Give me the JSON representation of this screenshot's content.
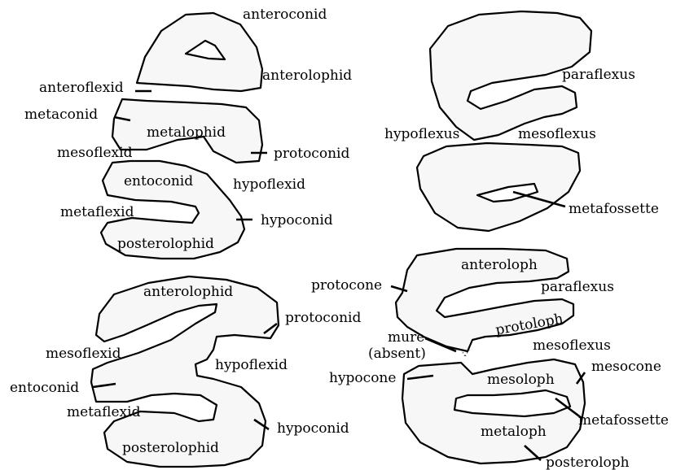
{
  "labels": {
    "anteroconid": "anteroconid",
    "anterolophid_top": "anterolophid",
    "anteroflexid": "anteroflexid",
    "metaconid": "metaconid",
    "metalophid": "metalophid",
    "mesoflexid_top": "mesoflexid",
    "protoconid_top": "protoconid",
    "entoconid_top": "entoconid",
    "hypoflexid_top": "hypoflexid",
    "metaflexid_top": "metaflexid",
    "hypoconid_top": "hypoconid",
    "posterolophid_top": "posterolophid",
    "anterolophid_bottom": "anterolophid",
    "protoconid_bottom": "protoconid",
    "mesoflexid_bottom": "mesoflexid",
    "hypoflexid_bottom": "hypoflexid",
    "entoconid_bottom": "entoconid",
    "metaflexid_bottom": "metaflexid",
    "hypoconid_bottom": "hypoconid",
    "posterolophid_bottom": "posterolophid",
    "paraflexus_top": "paraflexus",
    "hypoflexus": "hypoflexus",
    "mesoflexus_top": "mesoflexus",
    "metafossette_top": "metafossette",
    "anteroloph": "anteroloph",
    "protocone": "protocone",
    "paraflexus_bottom": "paraflexus",
    "protoloph": "protoloph",
    "mure": "mure",
    "absent": "(absent)",
    "mesoflexus_bottom": "mesoflexus",
    "hypocone": "hypocone",
    "mesoloph": "mesoloph",
    "mesocone": "mesocone",
    "metafossette_bottom": "metafossette",
    "metaloph": "metaloph",
    "posteroloph": "posteroloph"
  }
}
